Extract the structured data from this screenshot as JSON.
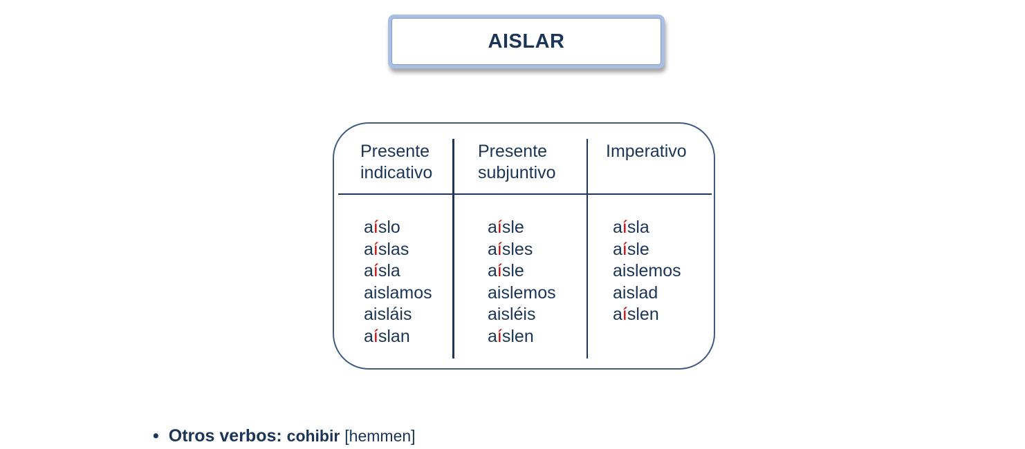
{
  "title": "AISLAR",
  "table": {
    "columns": [
      {
        "header_line1": "Presente",
        "header_line2": "indicativo",
        "forms": [
          {
            "pre": "a",
            "accent": "í",
            "post": "slo"
          },
          {
            "pre": "a",
            "accent": "í",
            "post": "slas"
          },
          {
            "pre": "a",
            "accent": "í",
            "post": "sla"
          },
          {
            "pre": "aislamos",
            "accent": "",
            "post": ""
          },
          {
            "pre": "aisláis",
            "accent": "",
            "post": ""
          },
          {
            "pre": "a",
            "accent": "í",
            "post": "slan"
          }
        ]
      },
      {
        "header_line1": "Presente",
        "header_line2": "subjuntivo",
        "forms": [
          {
            "pre": "a",
            "accent": "í",
            "post": "sle"
          },
          {
            "pre": "a",
            "accent": "í",
            "post": "sles"
          },
          {
            "pre": "a",
            "accent": "í",
            "post": "sle"
          },
          {
            "pre": "aislemos",
            "accent": "",
            "post": ""
          },
          {
            "pre": "aisléis",
            "accent": "",
            "post": ""
          },
          {
            "pre": "a",
            "accent": "í",
            "post": "slen"
          }
        ]
      },
      {
        "header_line1": "Imperativo",
        "header_line2": "",
        "forms": [
          {
            "pre": "a",
            "accent": "í",
            "post": "sla"
          },
          {
            "pre": "a",
            "accent": "í",
            "post": "sle"
          },
          {
            "pre": "aislemos",
            "accent": "",
            "post": ""
          },
          {
            "pre": "aislad",
            "accent": "",
            "post": ""
          },
          {
            "pre": "a",
            "accent": "í",
            "post": "slen"
          }
        ]
      }
    ]
  },
  "bullet": {
    "marker": "•",
    "label": "Otros verbos:",
    "verb": "cohibir",
    "gloss": "[hemmen]"
  },
  "colors": {
    "text": "#1a3556",
    "accent_letter": "#c00000",
    "title_border": "#a9bfe3",
    "panel_border": "#3e5a84"
  }
}
